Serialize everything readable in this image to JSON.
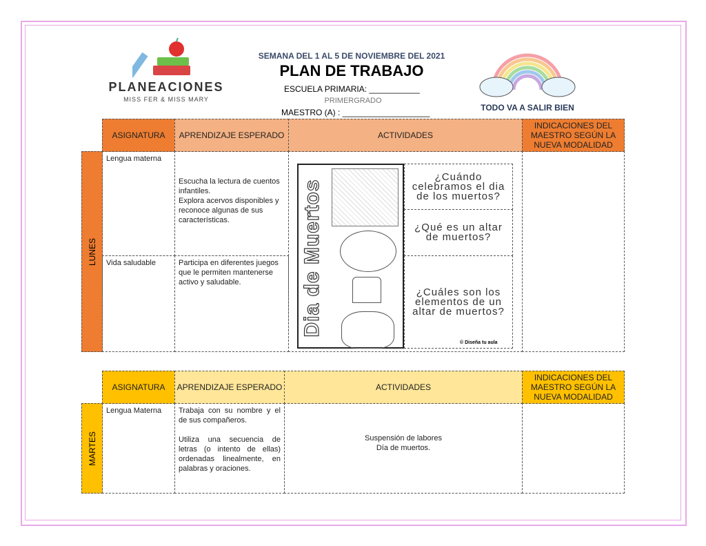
{
  "header": {
    "week": "SEMANA DEL 1 AL 5 DE NOVIEMBRE DEL 2021",
    "title": "PLAN DE TRABAJO",
    "school": "ESCUELA PRIMARIA: ___________",
    "grade": "PRIMERGRADO",
    "teacher": "MAESTRO (A) : ___________________"
  },
  "logo": {
    "name": "PLANEACIONES",
    "sub": "MISS FER & MISS MARY"
  },
  "rainbow": {
    "caption": "TODO VA A SALIR BIEN"
  },
  "columns": [
    "ASIGNATURA",
    "APRENDIZAJE ESPERADO",
    "ACTIVIDADES",
    "INDICACIONES DEL MAESTRO SEGÚN LA NUEVA MODALIDAD"
  ],
  "monday": {
    "day": "LUNES",
    "rows": [
      {
        "subject": "Lengua materna",
        "learning": "Escucha la lectura de cuentos infantiles.\nExplora acervos disponibles y reconoce algunas de sus características."
      },
      {
        "subject": "Vida saludable",
        "learning": "Participa en diferentes juegos que le permiten mantenerse activo y saludable."
      }
    ],
    "activity": {
      "title": "Dia de Muertos",
      "questions": [
        "¿Cuándo celebramos el dia de los muertos?",
        "¿Qué es un altar de muertos?",
        "¿Cuáles son los elementos de un altar de muertos?"
      ],
      "credit": "© Diseña tu aula"
    }
  },
  "tuesday": {
    "day": "MARTES",
    "rows": [
      {
        "subject": "Lengua Materna",
        "learning1": "Trabaja con su nombre y el de sus compañeros.",
        "learning2": "Utiliza una secuencia de letras (o intento de ellas) ordenadas linealmente, en palabras y oraciones.",
        "activity": "Suspensión de labores\nDía de muertos."
      }
    ]
  },
  "colors": {
    "orange_dark": "#ee7d31",
    "orange_light": "#f4b183",
    "yellow_dark": "#ffc000",
    "yellow_light": "#ffe699",
    "border": "#e8a8e8"
  }
}
